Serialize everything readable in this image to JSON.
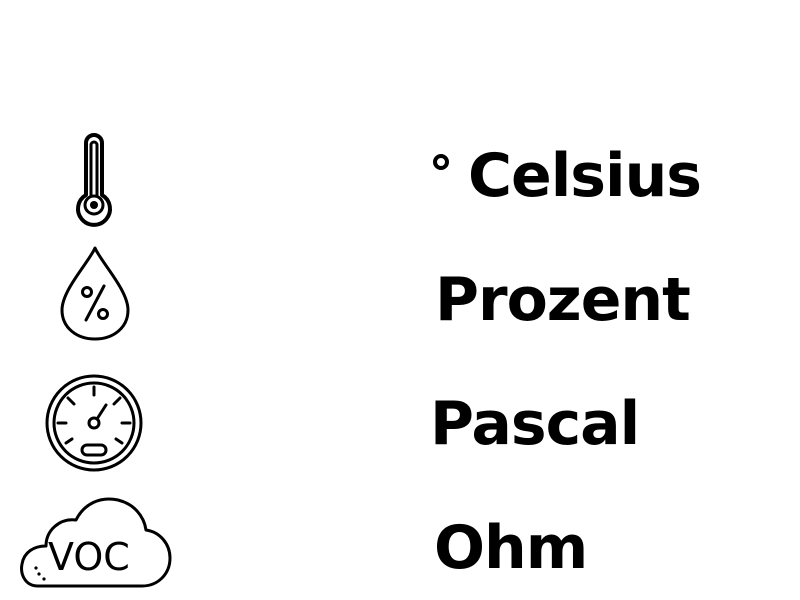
{
  "units": [
    {
      "icon": "thermometer-icon",
      "symbol": "°",
      "label": "Celsius"
    },
    {
      "icon": "humidity-drop-icon",
      "label": "Prozent"
    },
    {
      "icon": "pressure-gauge-icon",
      "label": "Pascal"
    },
    {
      "icon": "voc-cloud-icon",
      "icon_text": "VOC",
      "label": "Ohm"
    }
  ],
  "colors": {
    "foreground": "#000000",
    "background": "#ffffff"
  }
}
